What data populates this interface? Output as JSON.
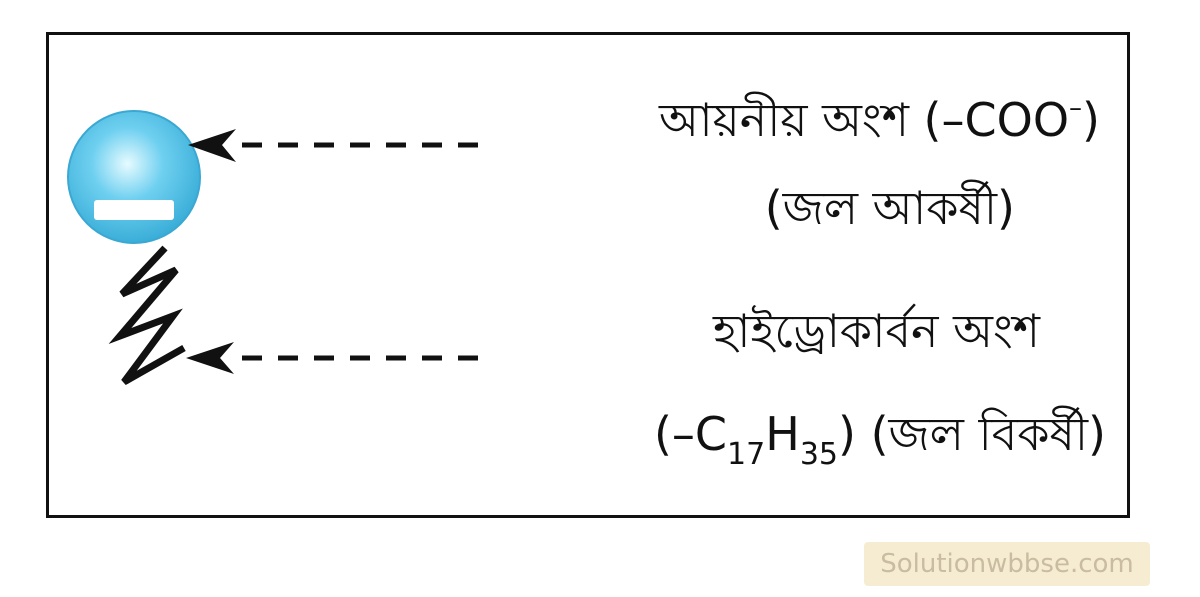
{
  "labels": {
    "ionic_part": "আয়নীয় অংশ (–COO",
    "ionic_part_charge": "–",
    "ionic_part_close": ")",
    "hydrophilic": "(জল আকর্ষী)",
    "hydrocarbon_part": "হাইড্রোকার্বন অংশ",
    "formula_open": "(–C",
    "formula_c_sub": "17",
    "formula_h": "H",
    "formula_h_sub": "35",
    "formula_close": ")",
    "hydrophobic": "(জল বিকর্ষী)"
  },
  "head_symbol": "–",
  "watermark": "Solutionwbbse.com",
  "colors": {
    "head_fill": "#5cc6ea",
    "head_highlight": "#c8f0ff",
    "line": "#111111"
  },
  "icons": {
    "head": "ionic-head-circle",
    "tail": "zigzag-hydrocarbon-chain",
    "arrow": "dashed-arrow-left"
  }
}
